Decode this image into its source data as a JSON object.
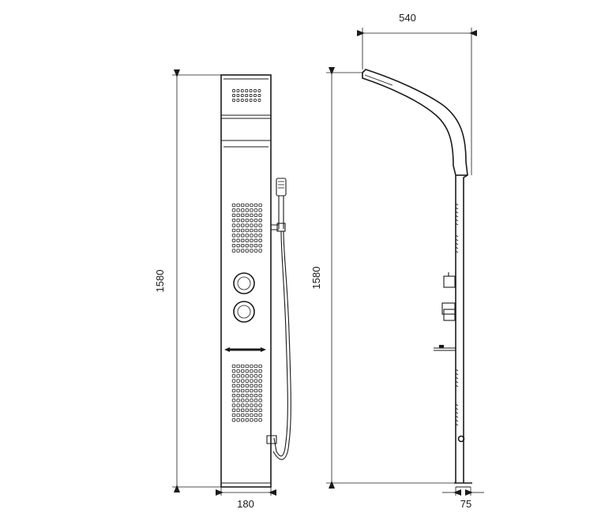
{
  "dimensions": {
    "top_width": "540",
    "front_height": "1580",
    "side_height": "1580",
    "front_width": "180",
    "side_depth": "75"
  },
  "parts": {
    "front_view": "shower-panel-front-view",
    "side_view": "shower-panel-side-view",
    "hand_shower": "hand-shower",
    "hose": "shower-hose",
    "knobs": [
      "thermostat-knob",
      "diverter-knob"
    ],
    "jet_panels": [
      "upper-body-jets",
      "lower-body-jets"
    ],
    "top_shower": "rain-shower-head"
  }
}
